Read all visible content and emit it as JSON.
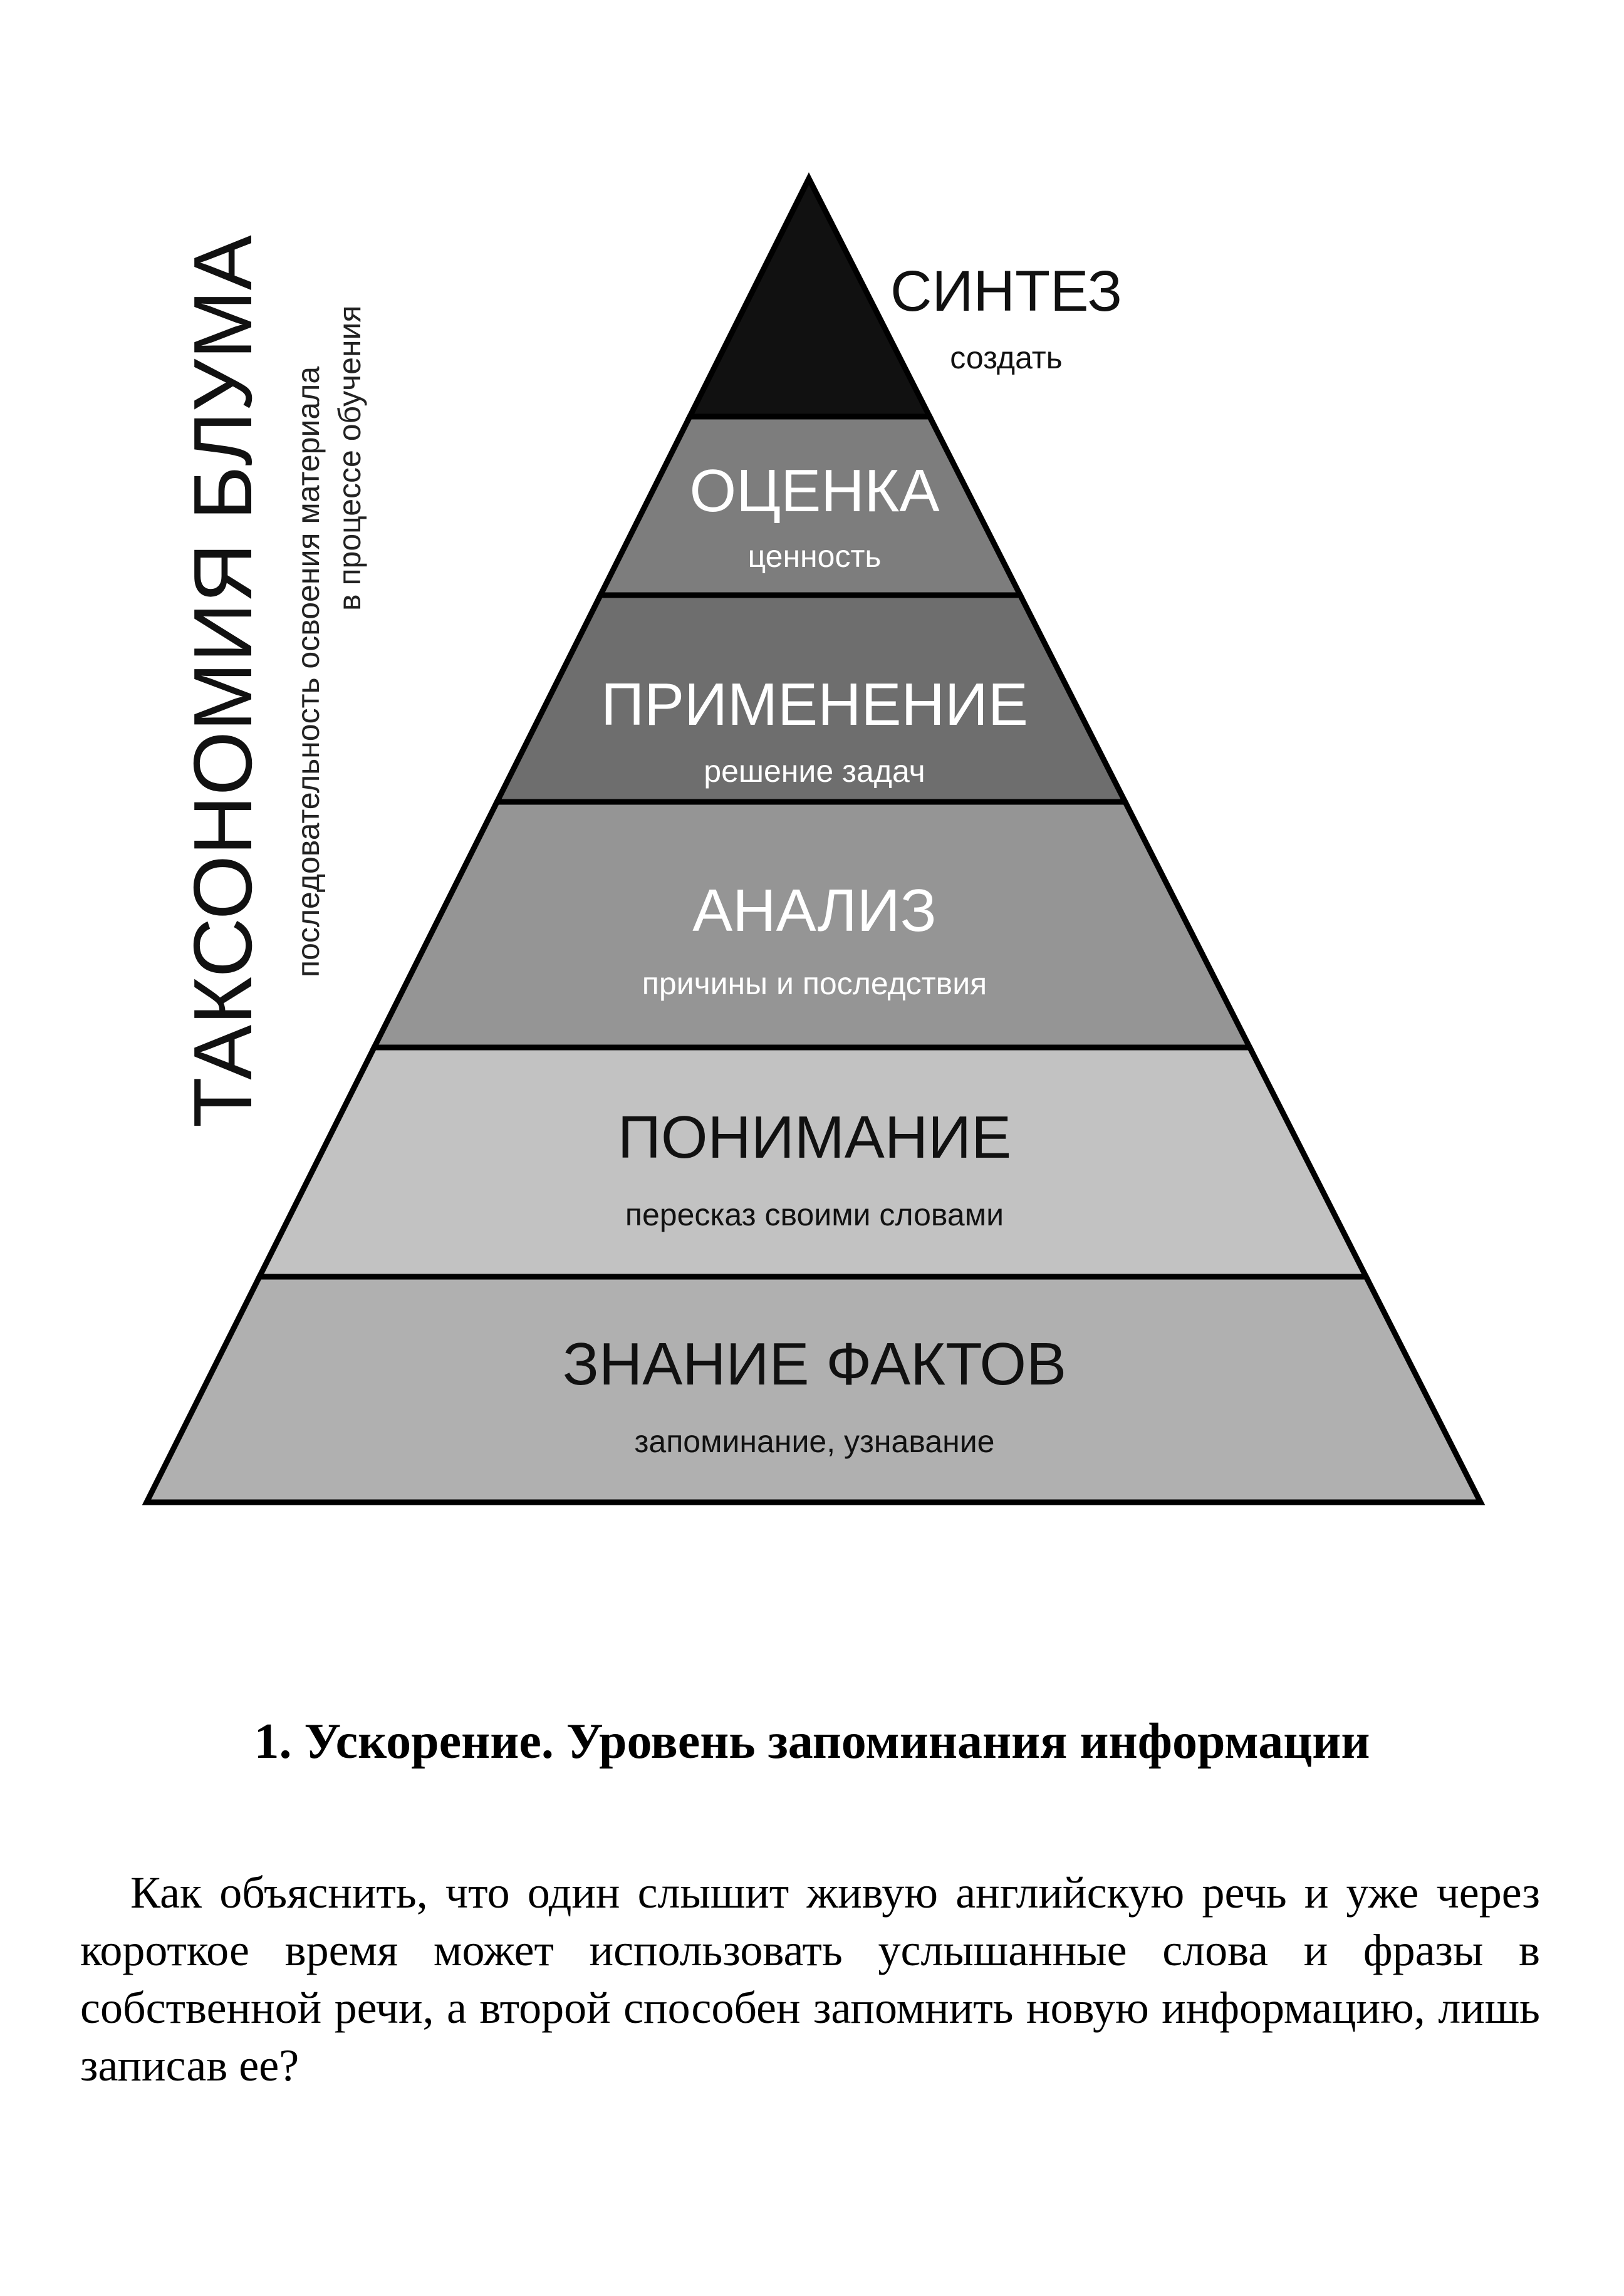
{
  "diagram": {
    "title": "ТАКСОНОМИЯ БЛУМА",
    "subtitle_line1": "последовательность освоения материала",
    "subtitle_line2": "в процессе обучения",
    "levels": [
      {
        "title": "СИНТЕЗ",
        "subtitle": "создать",
        "color": "#111111",
        "text_color": "#111111"
      },
      {
        "title": "ОЦЕНКА",
        "subtitle": "ценность",
        "color": "#7d7d7d",
        "text_color": "#ffffff"
      },
      {
        "title": "ПРИМЕНЕНИЕ",
        "subtitle": "решение задач",
        "color": "#6e6e6e",
        "text_color": "#ffffff"
      },
      {
        "title": "АНАЛИЗ",
        "subtitle": "причины и последствия",
        "color": "#959595",
        "text_color": "#ffffff"
      },
      {
        "title": "ПОНИМАНИЕ",
        "subtitle": "пересказ своими словами",
        "color": "#c2c2c2",
        "text_color": "#111111"
      },
      {
        "title": "ЗНАНИЕ ФАКТОВ",
        "subtitle": "запоминание, узнавание",
        "color": "#b0b0b0",
        "text_color": "#111111"
      }
    ]
  },
  "heading": "1. Ускорение. Уровень запоминания информации",
  "paragraph": "Как объяснить, что один слышит живую английскую речь и уже через короткое время может использовать услышанные слова и фразы в собственной речи, а второй способен запомнить новую информацию, лишь записав ее?"
}
